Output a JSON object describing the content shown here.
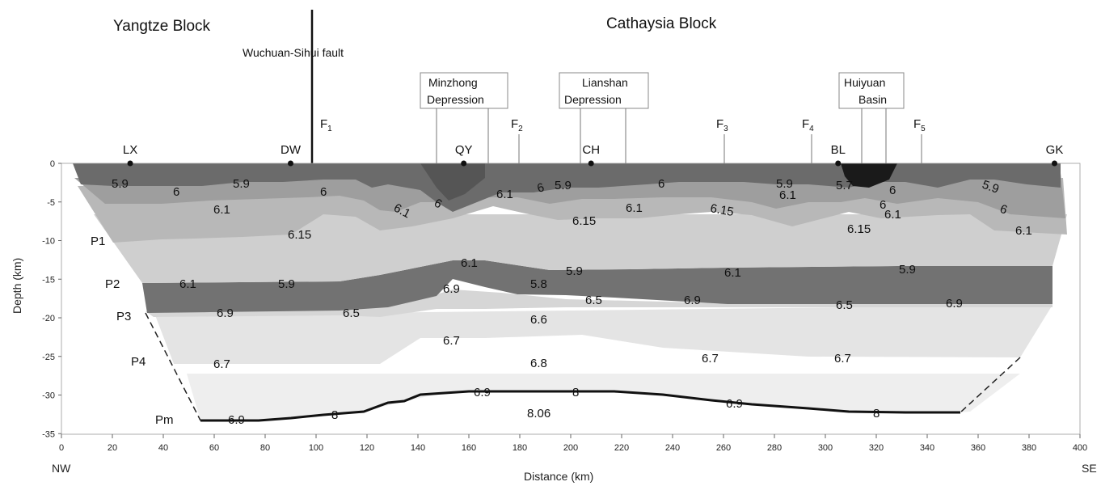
{
  "blocks": {
    "left": "Yangtze Block",
    "right": "Cathaysia Block"
  },
  "fault_label": "Wuchuan-Sihui fault",
  "annotations": [
    {
      "name": "minzhong",
      "lines": [
        "Minzhong",
        "Depression"
      ]
    },
    {
      "name": "lianshan",
      "lines": [
        "Lianshan",
        "Depression"
      ]
    },
    {
      "name": "huiyuan",
      "lines": [
        "Huiyuan",
        "Basin"
      ]
    }
  ],
  "faults": [
    {
      "base": "F",
      "sub": "1"
    },
    {
      "base": "F",
      "sub": "2"
    },
    {
      "base": "F",
      "sub": "3"
    },
    {
      "base": "F",
      "sub": "4"
    },
    {
      "base": "F",
      "sub": "5"
    }
  ],
  "stations": [
    {
      "name": "LX",
      "km": 27
    },
    {
      "name": "DW",
      "km": 90
    },
    {
      "name": "QY",
      "km": 158
    },
    {
      "name": "CH",
      "km": 208
    },
    {
      "name": "BL",
      "km": 305
    },
    {
      "name": "GK",
      "km": 390
    }
  ],
  "layers": [
    "P1",
    "P2",
    "P3",
    "P4",
    "Pm"
  ],
  "velocity_labels": [
    "5.9",
    "6",
    "5.9",
    "6",
    "6.1",
    "6.15",
    "6.1",
    "6",
    "6.1",
    "6",
    "5.9",
    "6.1",
    "6.15",
    "6",
    "6.1",
    "6.15",
    "5.9",
    "6",
    "5.7",
    "6",
    "6.1",
    "6.15",
    "5.9",
    "6",
    "6.1",
    "6.1",
    "5.9",
    "6.1",
    "5.8",
    "5.9",
    "6.1",
    "5.9",
    "6.9",
    "6.5",
    "6.9",
    "6.5",
    "6.9",
    "6.5",
    "6.9",
    "6.6",
    "6.7",
    "6.7",
    "6.8",
    "6.7",
    "6.7",
    "6.9",
    "8",
    "6.9",
    "8",
    "8.06",
    "6.9",
    "8"
  ],
  "axes": {
    "y_title": "Depth (km)",
    "x_title": "Distance (km)",
    "y_ticks": [
      "0",
      "-5",
      "-10",
      "-15",
      "-20",
      "-25",
      "-30",
      "-35"
    ],
    "x_ticks": [
      "0",
      "20",
      "40",
      "60",
      "80",
      "100",
      "120",
      "140",
      "160",
      "180",
      "200",
      "220",
      "240",
      "260",
      "280",
      "300",
      "320",
      "340",
      "360",
      "380",
      "400"
    ],
    "left_end": "NW",
    "right_end": "SE"
  },
  "colors": {
    "top_dark": "#6b6b6b",
    "mid": "#a9a9a9",
    "light": "#c8c8c8",
    "lighter": "#dcdcdc",
    "lowest": "#eeeeee",
    "moho": "#111111"
  }
}
